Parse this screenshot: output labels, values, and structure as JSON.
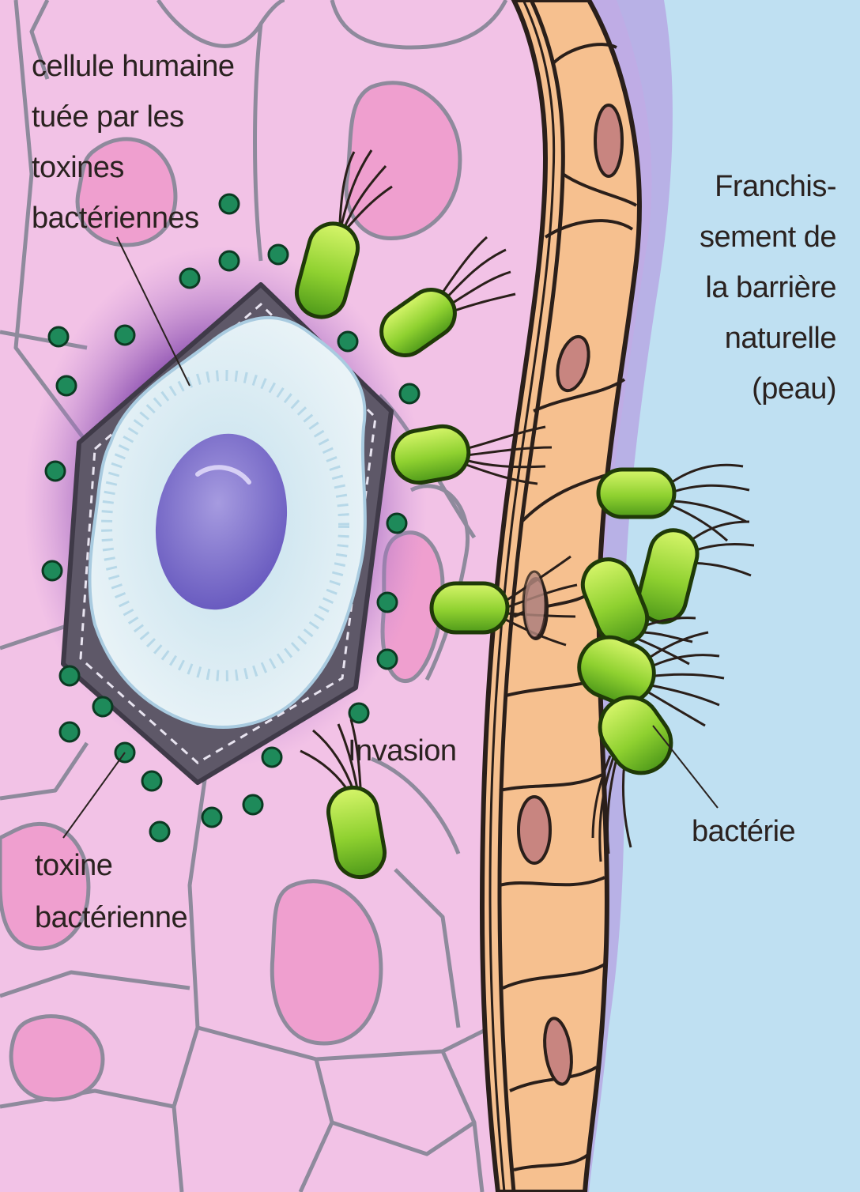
{
  "labels": {
    "cellule_humaine": [
      "cellule humaine",
      "tuée par les",
      "toxines",
      "bactériennes"
    ],
    "franchissement": [
      "Franchis-",
      "sement de",
      "la barrière",
      "naturelle",
      "(peau)"
    ],
    "invasion": "Invasion",
    "toxine_bacterienne": [
      "toxine",
      "bactérienne"
    ],
    "bacterie": "bactérie"
  },
  "colors": {
    "tissue": "#f4c3e6",
    "cell_outline": "#8e8a9c",
    "vacuole": "#ef9fcf",
    "dead_cell": "#d9eaf2",
    "nucleus": "#7c6fc9",
    "halo": "#9a5fb7",
    "skin": "#f6c08f",
    "skin_nucleus": "#c88580",
    "outside": "#bfe0f2",
    "bacterium": "#8fd130",
    "bacterium_dark": "#4b8a18",
    "toxin": "#1e8a5a"
  }
}
